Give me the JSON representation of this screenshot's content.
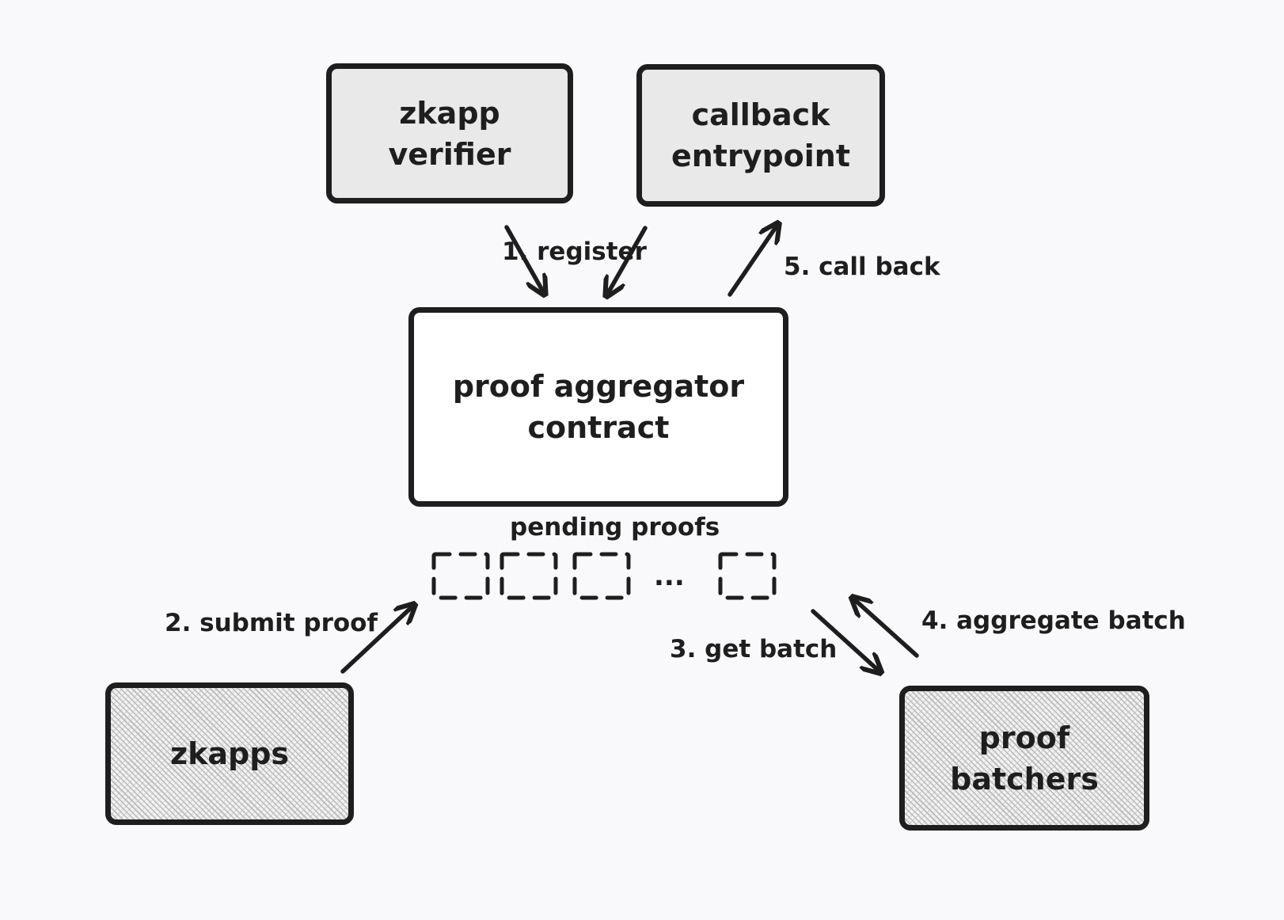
{
  "nodes": {
    "zkapp_verifier": [
      "zkapp",
      "verifier"
    ],
    "callback_entrypoint": [
      "callback",
      "entrypoint"
    ],
    "aggregator": [
      "proof aggregator",
      "contract"
    ],
    "zkapps": [
      "zkapps"
    ],
    "batchers": [
      "proof",
      "batchers"
    ]
  },
  "labels": {
    "register": "1. register",
    "submit": "2. submit proof",
    "get_batch": "3. get batch",
    "aggregate": "4. aggregate batch",
    "callback": "5. call back",
    "pending": "pending proofs",
    "ellipsis": "..."
  },
  "pending_slots": 4
}
